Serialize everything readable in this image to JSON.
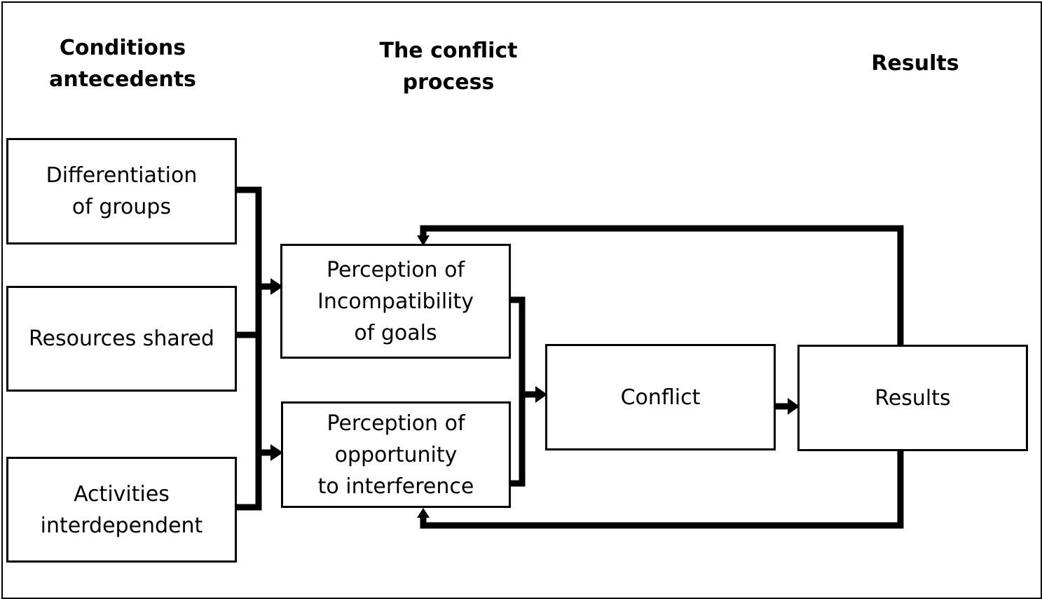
{
  "headings": {
    "antecedents": [
      "Conditions",
      "antecedents"
    ],
    "process": [
      "The conflict",
      "process"
    ],
    "results": "Results"
  },
  "boxes": {
    "differentiation": [
      "Differentiation",
      "of groups"
    ],
    "resources": "Resources shared",
    "activities": [
      "Activities",
      "interdependent"
    ],
    "perception_incompatibility": [
      "Perception of",
      "Incompatibility",
      "of goals"
    ],
    "perception_opportunity": [
      "Perception of",
      "opportunity",
      "to interference"
    ],
    "conflict": "Conflict",
    "results": "Results"
  },
  "colors": {
    "line": "#000000",
    "background": "#ffffff"
  }
}
